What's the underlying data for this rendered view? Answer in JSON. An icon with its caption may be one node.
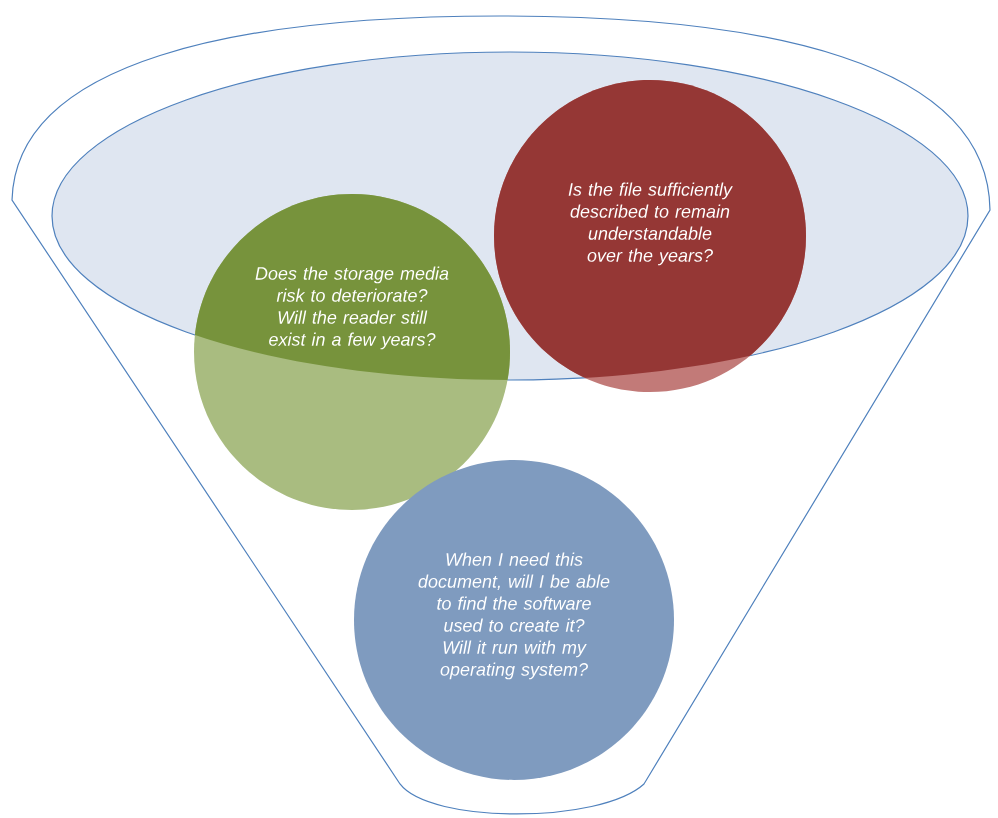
{
  "diagram": {
    "nodes": [
      {
        "text": [
          "Is the file sufficiently described to remain understandable over the years?"
        ]
      },
      {
        "text": [
          "Does the storage media risk to deteriorate? Will the reader still exist in a few years?"
        ]
      },
      {
        "text": [
          "When I need this document, will I be able to find the software used to create it? Will it run with my operating system?"
        ]
      }
    ]
  }
}
